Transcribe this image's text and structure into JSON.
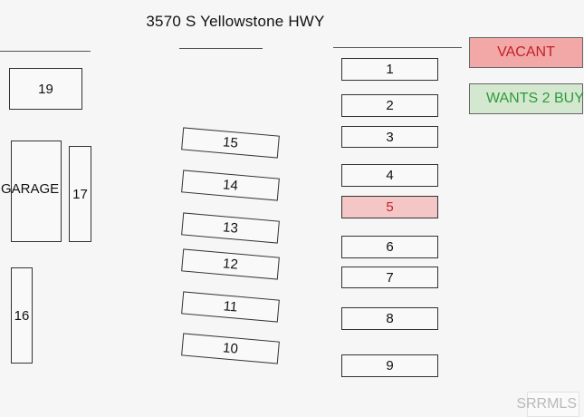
{
  "title": "3570 S Yellowstone HWY",
  "legend": {
    "vacant": "VACANT",
    "wants": "WANTS 2 BUY"
  },
  "lots": {
    "l1": "1",
    "l2": "2",
    "l3": "3",
    "l4": "4",
    "l5": "5",
    "l6": "6",
    "l7": "7",
    "l8": "8",
    "l9": "9",
    "l10": "10",
    "l11": "11",
    "l12": "12",
    "l13": "13",
    "l14": "14",
    "l15": "15",
    "l16": "16",
    "l17": "17",
    "l19": "19"
  },
  "garage": "GARAGE",
  "watermark": "SRRMLS",
  "colors": {
    "vacant_fill": "#f3a8a8",
    "vacant_text": "#c22026",
    "wants_fill": "#d4e8cf",
    "wants_text": "#2e9a3c"
  }
}
